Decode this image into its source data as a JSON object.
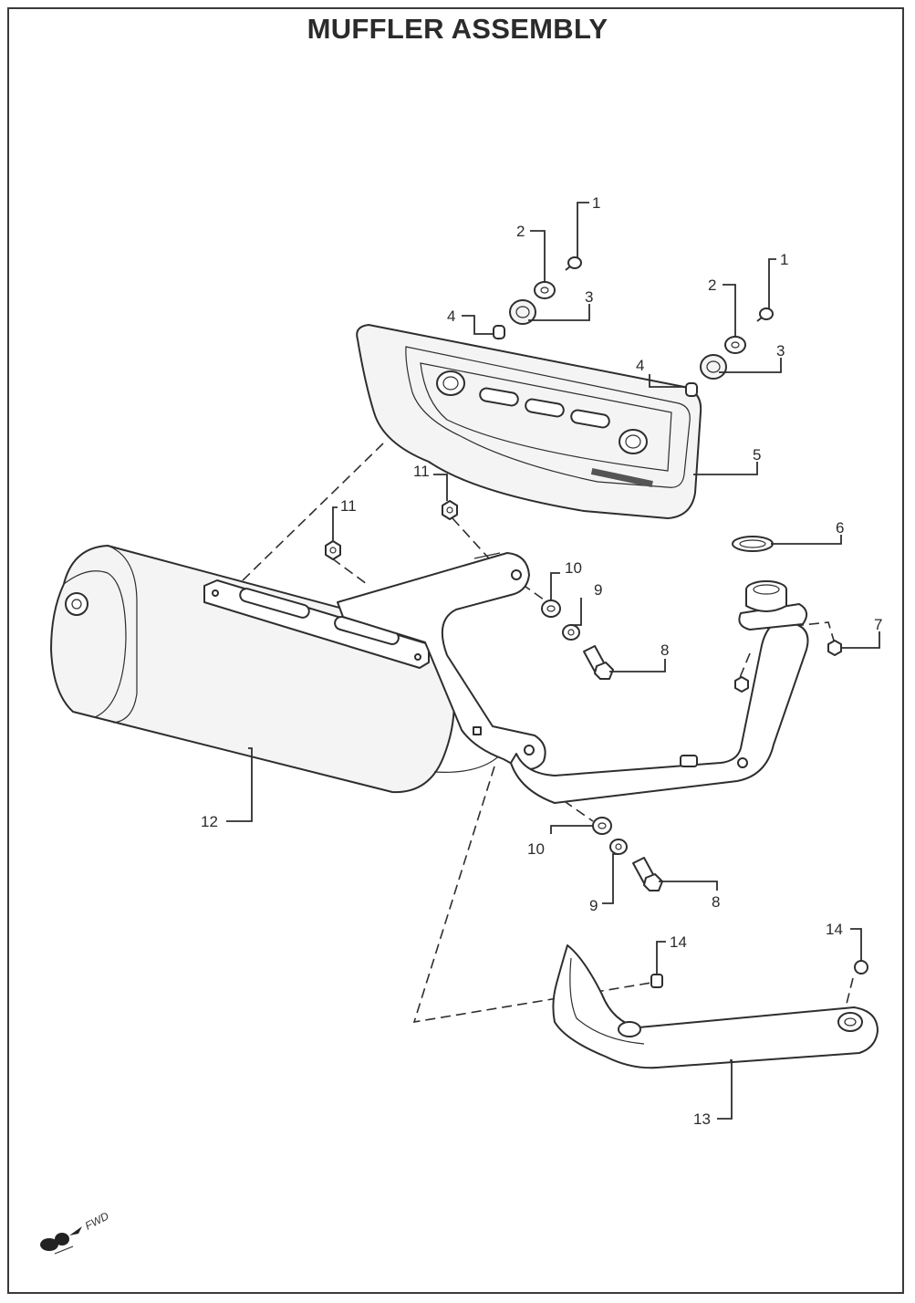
{
  "title": "MUFFLER ASSEMBLY",
  "fwd_label": "FWD",
  "callouts": [
    {
      "id": "c1a",
      "text": "1"
    },
    {
      "id": "c2a",
      "text": "2"
    },
    {
      "id": "c3a",
      "text": "3"
    },
    {
      "id": "c4a",
      "text": "4"
    },
    {
      "id": "c1b",
      "text": "1"
    },
    {
      "id": "c2b",
      "text": "2"
    },
    {
      "id": "c3b",
      "text": "3"
    },
    {
      "id": "c4b",
      "text": "4"
    },
    {
      "id": "c5",
      "text": "5"
    },
    {
      "id": "c6",
      "text": "6"
    },
    {
      "id": "c7",
      "text": "7"
    },
    {
      "id": "c8a",
      "text": "8"
    },
    {
      "id": "c9a",
      "text": "9"
    },
    {
      "id": "c10a",
      "text": "10"
    },
    {
      "id": "c11a",
      "text": "11"
    },
    {
      "id": "c11b",
      "text": "11"
    },
    {
      "id": "c12",
      "text": "12"
    },
    {
      "id": "c10b",
      "text": "10"
    },
    {
      "id": "c9b",
      "text": "9"
    },
    {
      "id": "c8b",
      "text": "8"
    },
    {
      "id": "c13",
      "text": "13"
    },
    {
      "id": "c14a",
      "text": "14"
    },
    {
      "id": "c14b",
      "text": "14"
    }
  ]
}
